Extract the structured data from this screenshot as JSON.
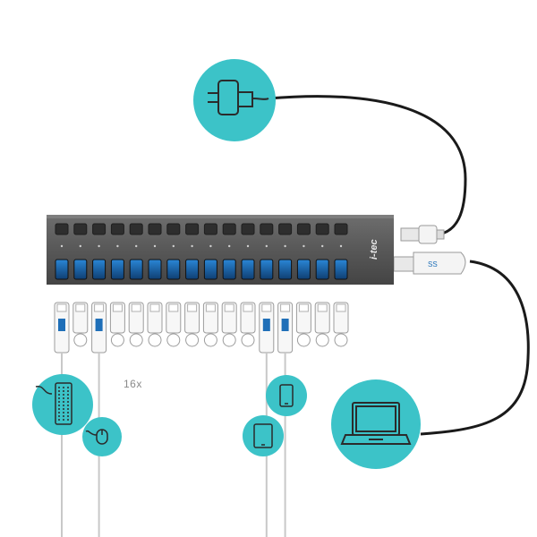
{
  "brand": {
    "logo_text": "i-tec"
  },
  "hub": {
    "port_count": 16
  },
  "labels": {
    "port_multiplier": "16x"
  },
  "cable_labels": {
    "usb_ss": "SS"
  },
  "colors": {
    "accent": "#3cc3c8",
    "hub_body": "#5a5a5a",
    "port_blue": "#1f6fb8",
    "cable": "#222222"
  },
  "icons": {
    "power": "power-plug-icon",
    "laptop": "laptop-icon",
    "keyboard": "keyboard-icon",
    "mouse": "mouse-icon",
    "tablet": "tablet-icon",
    "phone": "smartphone-icon"
  }
}
